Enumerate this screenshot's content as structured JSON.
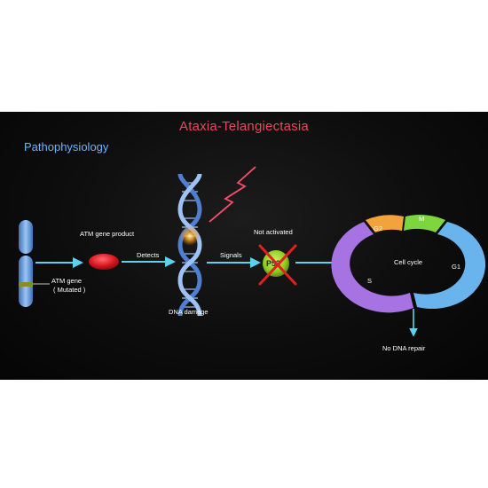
{
  "title": "Ataxia-Telangiectasia",
  "subtitle": "Pathophysiology",
  "labels": {
    "atm_gene_product": "ATM gene product",
    "atm_gene": "ATM gene",
    "mutated": "( Mutated )",
    "detects": "Detects",
    "dna_damage": "DNA damage",
    "signals": "Signals",
    "not_activated": "Not activated",
    "p53": "P53",
    "cell_cycle": "Cell cycle",
    "no_dna_repair": "No DNA repair",
    "phases": {
      "g2": "G2",
      "m": "M",
      "g1": "G1",
      "s": "S"
    }
  },
  "colors": {
    "title": "#e8485f",
    "subtitle": "#6fb3ff",
    "arrow": "#5fd0f0",
    "protein": "#d8141e",
    "p53": "#8ccc1e",
    "cross": "#e0221e",
    "lightning": "#ff4d6d",
    "phase_g2": "#f2a33c",
    "phase_m": "#7ed63f",
    "phase_g1": "#6ab4ee",
    "phase_s": "#a772e2"
  }
}
